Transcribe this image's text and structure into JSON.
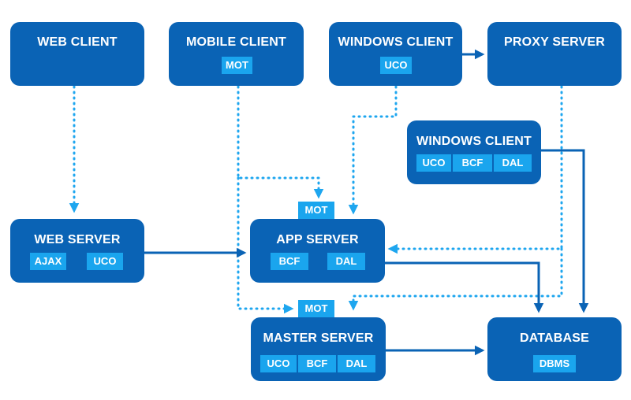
{
  "nodes": {
    "web_client": {
      "title": "WEB CLIENT"
    },
    "mobile_client": {
      "title": "MOBILE CLIENT",
      "chips": [
        "MOT"
      ]
    },
    "windows_client_top": {
      "title": "WINDOWS CLIENT",
      "chips": [
        "UCO"
      ]
    },
    "proxy_server": {
      "title": "PROXY SERVER"
    },
    "windows_client_mid": {
      "title": "WINDOWS CLIENT",
      "chips": [
        "UCO",
        "BCF",
        "DAL"
      ]
    },
    "web_server": {
      "title": "WEB SERVER",
      "chips": [
        "AJAX",
        "UCO"
      ]
    },
    "app_server": {
      "title": "APP SERVER",
      "chips": [
        "BCF",
        "DAL"
      ],
      "top_chip": "MOT"
    },
    "master_server": {
      "title": "MASTER SERVER",
      "chips": [
        "UCO",
        "BCF",
        "DAL"
      ],
      "top_chip": "MOT"
    },
    "database": {
      "title": "DATABASE",
      "chips": [
        "DBMS"
      ]
    }
  },
  "colors": {
    "box": "#0a63b5",
    "chip": "#1aa5ee",
    "dotted_link": "#1ea6ef",
    "solid_link": "#0a63b5"
  }
}
